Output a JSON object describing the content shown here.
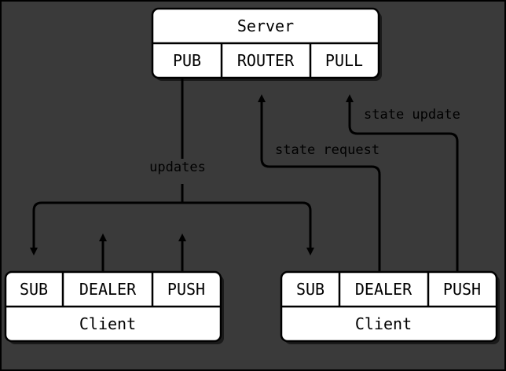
{
  "colors": {
    "background": "#3a3a3a",
    "box_fill": "#ffffff",
    "stroke": "#000000",
    "shadow": "#1a1a1a"
  },
  "server": {
    "title": "Server",
    "sockets": [
      "PUB",
      "ROUTER",
      "PULL"
    ]
  },
  "client_left": {
    "title": "Client",
    "sockets": [
      "SUB",
      "DEALER",
      "PUSH"
    ]
  },
  "client_right": {
    "title": "Client",
    "sockets": [
      "SUB",
      "DEALER",
      "PUSH"
    ]
  },
  "labels": {
    "updates": "updates",
    "state_request": "state request",
    "state_update": "state update"
  }
}
